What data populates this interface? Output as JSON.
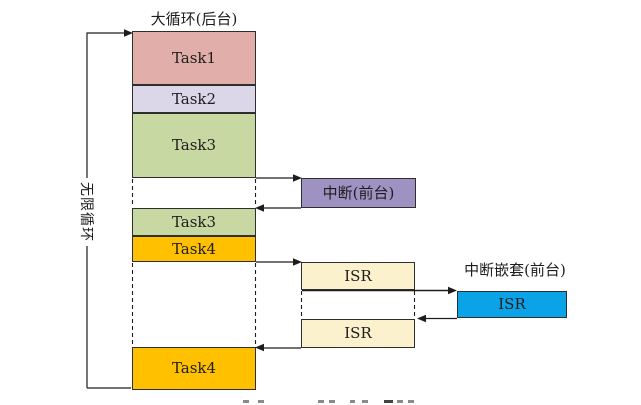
{
  "diagram": {
    "title": "大循环(后台)",
    "loop_label": "无限循环",
    "background_tasks": [
      {
        "label": "Task1",
        "color": "#e2aea9"
      },
      {
        "label": "Task2",
        "color": "#dcd6e9"
      },
      {
        "label": "Task3",
        "color": "#c7d8a3"
      },
      {
        "label": "Task3",
        "color": "#c7d8a3"
      },
      {
        "label": "Task4",
        "color": "#ffc000"
      },
      {
        "label": "Task4",
        "color": "#ffc000"
      }
    ],
    "foreground": {
      "interrupt_label": "中断(前台)",
      "interrupt_color": "#9e92c3",
      "isr_label_1": "ISR",
      "isr_label_2": "ISR",
      "isr_color": "#fbf1cd",
      "nested_caption": "中断嵌套(前台)",
      "nested_isr_label": "ISR",
      "nested_isr_color": "#0aa3e8"
    },
    "line_color": "#1d1d1d"
  }
}
